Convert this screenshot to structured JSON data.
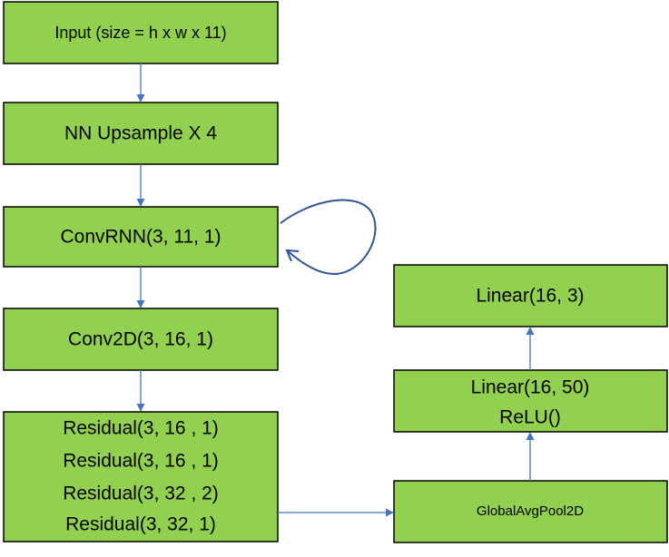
{
  "colors": {
    "box_fill": "#92d050",
    "box_border": "#000000",
    "arrow": "#4472c4",
    "loop_arrow": "#2f5597"
  },
  "left_column": {
    "input": "Input (size = h x w x 11)",
    "upsample": "NN Upsample X 4",
    "convrnn": "ConvRNN(3, 11, 1)",
    "conv2d": "Conv2D(3, 16, 1)",
    "residual": [
      "Residual(3, 16 , 1)",
      "Residual(3, 16 , 1)",
      "Residual(3, 32 , 2)",
      "Residual(3, 32, 1)"
    ]
  },
  "right_column": {
    "pool": "GlobalAvgPool2D",
    "linear_relu": [
      "Linear(16, 50)",
      "ReLU()"
    ],
    "linear_out": "Linear(16, 3)"
  }
}
